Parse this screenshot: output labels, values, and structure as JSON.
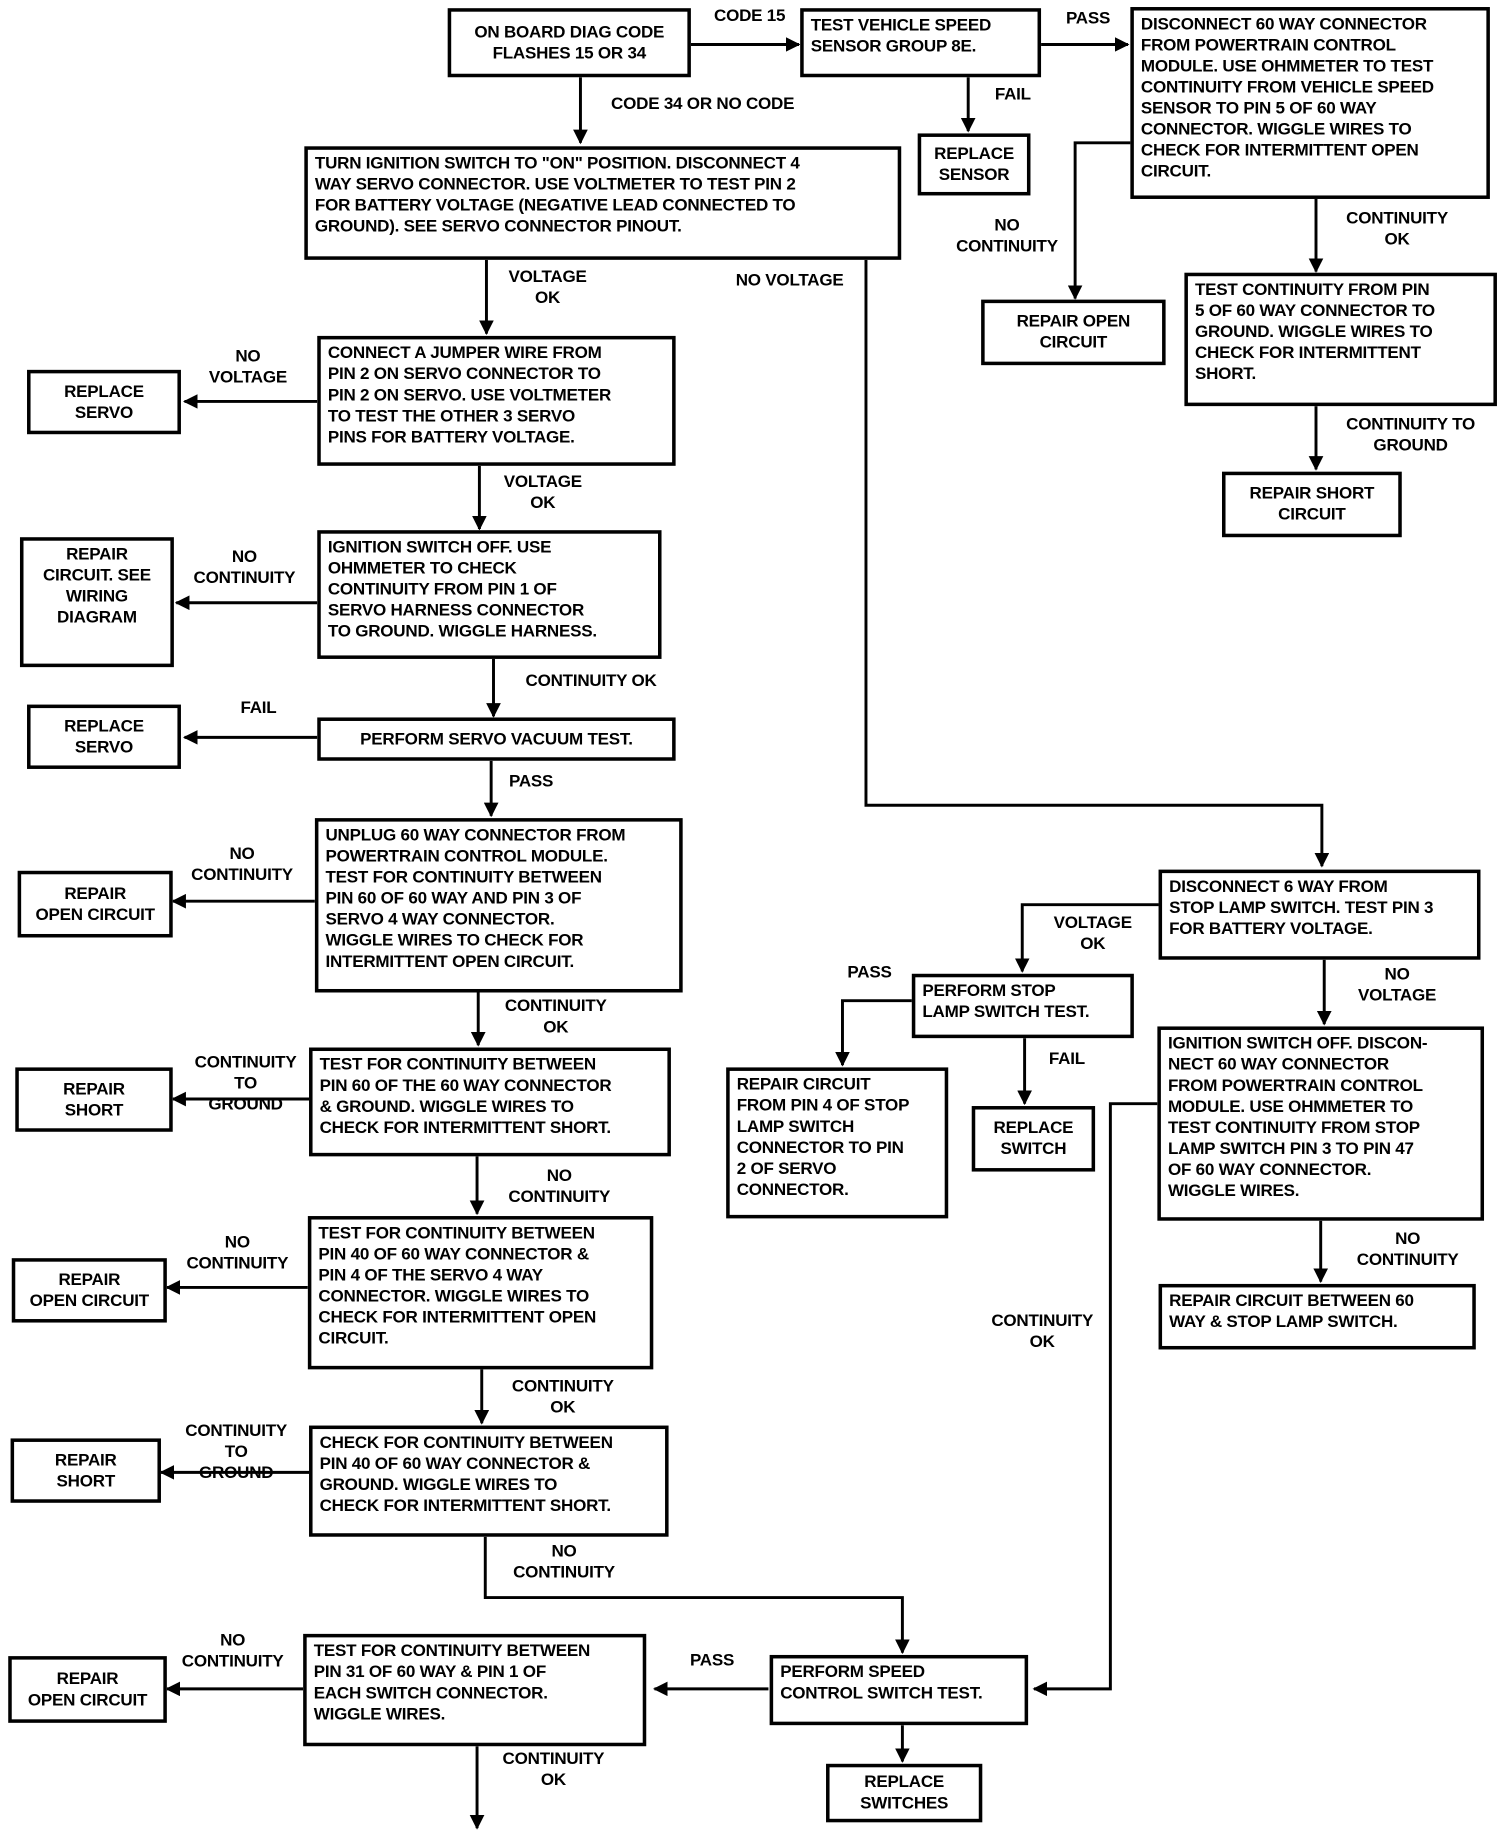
{
  "boxes": {
    "onboard": "ON BOARD DIAG CODE\nFLASHES 15 OR 34",
    "vss_test": "TEST VEHICLE SPEED\nSENSOR GROUP 8E.",
    "disconnect_pcm": "DISCONNECT 60 WAY CONNECTOR\nFROM POWERTRAIN CONTROL\nMODULE. USE OHMMETER TO TEST\nCONTINUITY FROM VEHICLE SPEED\nSENSOR TO PIN 5 OF 60 WAY\nCONNECTOR. WIGGLE WIRES TO\nCHECK FOR INTERMITTENT OPEN\nCIRCUIT.",
    "replace_sensor": "REPLACE\nSENSOR",
    "ignition_on": "TURN IGNITION SWITCH TO \"ON\" POSITION. DISCONNECT 4\nWAY SERVO CONNECTOR. USE VOLTMETER TO TEST PIN 2\nFOR BATTERY VOLTAGE (NEGATIVE LEAD CONNECTED TO\nGROUND). SEE SERVO CONNECTOR PINOUT.",
    "repair_open_1": "REPAIR OPEN\nCIRCUIT",
    "test_pin5_ground": "TEST CONTINUITY FROM PIN\n5 OF 60 WAY CONNECTOR TO\nGROUND. WIGGLE WIRES TO\nCHECK FOR INTERMITTENT\nSHORT.",
    "repair_short_1": "REPAIR SHORT\nCIRCUIT",
    "replace_servo_1": "REPLACE\nSERVO",
    "jumper": "CONNECT A JUMPER WIRE FROM\nPIN 2 ON SERVO CONNECTOR TO\nPIN 2 ON SERVO. USE VOLTMETER\nTO TEST THE OTHER 3 SERVO\nPINS FOR BATTERY VOLTAGE.",
    "repair_circuit_wiring": "REPAIR\nCIRCUIT. SEE\n       WIRING\nDIAGRAM",
    "ignition_off_pin1": "IGNITION SWITCH OFF. USE\nOHMMETER TO CHECK\nCONTINUITY FROM PIN 1 OF\nSERVO HARNESS CONNECTOR\nTO GROUND. WIGGLE HARNESS.",
    "replace_servo_2": "REPLACE\nSERVO",
    "vacuum_test": "PERFORM SERVO VACUUM TEST.",
    "repair_open_2": "REPAIR\nOPEN CIRCUIT",
    "unplug_60": "UNPLUG 60 WAY CONNECTOR FROM\nPOWERTRAIN CONTROL MODULE.\nTEST FOR CONTINUITY BETWEEN\nPIN 60 OF 60 WAY AND PIN 3 OF\nSERVO 4 WAY CONNECTOR.\nWIGGLE WIRES TO CHECK FOR\nINTERMITTENT OPEN CIRCUIT.",
    "repair_short_2": "REPAIR\nSHORT",
    "pin60_ground": "TEST FOR CONTINUITY BETWEEN\nPIN 60 OF THE 60 WAY CONNECTOR\n& GROUND. WIGGLE WIRES TO\nCHECK FOR INTERMITTENT SHORT.",
    "repair_open_3": "REPAIR\nOPEN CIRCUIT",
    "pin40_pin4": "TEST FOR CONTINUITY BETWEEN\nPIN 40 OF 60 WAY CONNECTOR &\nPIN 4 OF THE SERVO 4 WAY\nCONNECTOR. WIGGLE WIRES TO\nCHECK FOR INTERMITTENT OPEN\nCIRCUIT.",
    "repair_short_3": "REPAIR\nSHORT",
    "pin40_ground": "CHECK FOR CONTINUITY BETWEEN\nPIN 40 OF 60 WAY CONNECTOR &\nGROUND. WIGGLE WIRES TO\nCHECK FOR INTERMITTENT SHORT.",
    "repair_open_4": "REPAIR\nOPEN CIRCUIT",
    "pin31": "TEST FOR CONTINUITY BETWEEN\nPIN 31 OF 60 WAY & PIN 1 OF\nEACH SWITCH CONNECTOR.\nWIGGLE WIRES.",
    "speed_switch_test": "PERFORM SPEED\nCONTROL SWITCH TEST.",
    "replace_switches": "REPLACE\nSWITCHES",
    "disconnect_6way": "DISCONNECT 6 WAY FROM\nSTOP LAMP SWITCH. TEST PIN 3\nFOR BATTERY VOLTAGE.",
    "stop_lamp_test": "PERFORM STOP\nLAMP SWITCH TEST.",
    "repair_pin4": "REPAIR CIRCUIT\nFROM PIN 4 OF STOP\nLAMP SWITCH\nCONNECTOR TO PIN\n2 OF SERVO\nCONNECTOR.",
    "replace_switch": "REPLACE\nSWITCH",
    "ignition_off_pin47": "IGNITION SWITCH OFF. DISCON-\nNECT 60 WAY CONNECTOR\nFROM POWERTRAIN CONTROL\nMODULE. USE OHMMETER TO\nTEST CONTINUITY FROM STOP\nLAMP SWITCH PIN 3 TO PIN 47\nOF 60 WAY CONNECTOR.\nWIGGLE WIRES.",
    "repair_60_stop": "REPAIR CIRCUIT BETWEEN 60\nWAY & STOP LAMP SWITCH."
  },
  "labels": {
    "code15": "CODE 15",
    "pass_top": "PASS",
    "code34": "CODE 34 OR NO CODE",
    "fail_vss": "FAIL",
    "no_continuity_vss": "NO\nCONTINUITY",
    "continuity_ok_vss": "CONTINUITY\nOK",
    "continuity_to_ground_pin5": "CONTINUITY TO\nGROUND",
    "voltage_ok_1": "VOLTAGE\nOK",
    "no_voltage_main": "NO VOLTAGE",
    "no_voltage_jumper": "NO\nVOLTAGE",
    "voltage_ok_2": "VOLTAGE\nOK",
    "no_continuity_pin1": "NO\nCONTINUITY",
    "continuity_ok_pin1": "CONTINUITY OK",
    "fail_vacuum": "FAIL",
    "pass_vacuum": "PASS",
    "no_continuity_unplug": "NO\nCONTINUITY",
    "continuity_ok_unplug": "CONTINUITY\nOK",
    "continuity_ground_60": "CONTINUITY\nTO\nGROUND",
    "no_continuity_60": "NO\nCONTINUITY",
    "no_continuity_40": "NO\nCONTINUITY",
    "continuity_ok_40": "CONTINUITY\nOK",
    "continuity_ground_40": "CONTINUITY\nTO\nGROUND",
    "no_continuity_40g": "NO\nCONTINUITY",
    "no_continuity_31": "NO\nCONTINUITY",
    "continuity_ok_31": "CONTINUITY\nOK",
    "pass_switch": "PASS",
    "voltage_ok_stop": "VOLTAGE\nOK",
    "no_voltage_stop": "NO\nVOLTAGE",
    "pass_stop": "PASS",
    "fail_stop": "FAIL",
    "no_continuity_47": "NO\nCONTINUITY",
    "continuity_ok_47": "CONTINUITY\nOK"
  }
}
